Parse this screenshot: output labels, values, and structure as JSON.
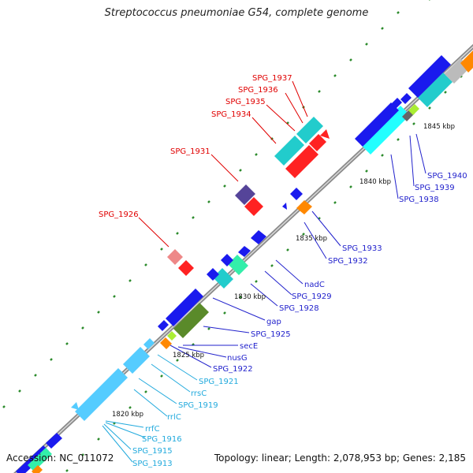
{
  "title": "Streptococcus pneumoniae G54, complete genome",
  "footer": {
    "accession": "Accession: NC_011072",
    "summary": "Topology: linear; Length: 2,078,953 bp; Genes: 2,185"
  },
  "colors": {
    "backbone": "#8a8a8a",
    "tick": "#2a8a2a",
    "label_red": "#e00000",
    "label_blue": "#2222cc",
    "label_cyan": "#22aadd"
  },
  "scale_labels": [
    "1820 kbp",
    "1825 kbp",
    "1830 kbp",
    "1835 kbp",
    "1840 kbp",
    "1845 kbp"
  ],
  "labels_red": [
    "SPG_1937",
    "SPG_1936",
    "SPG_1935",
    "SPG_1934",
    "SPG_1931",
    "SPG_1926"
  ],
  "labels_blue": [
    "SPG_1940",
    "SPG_1939",
    "SPG_1938",
    "SPG_1933",
    "SPG_1932",
    "nadC",
    "SPG_1929",
    "SPG_1928",
    "gap",
    "SPG_1925",
    "secE",
    "nusG",
    "SPG_1922"
  ],
  "labels_cyan": [
    "SPG_1921",
    "rrsC",
    "SPG_1919",
    "rrlC",
    "rrfC",
    "SPG_1916",
    "SPG_1915",
    "SPG_1913"
  ]
}
